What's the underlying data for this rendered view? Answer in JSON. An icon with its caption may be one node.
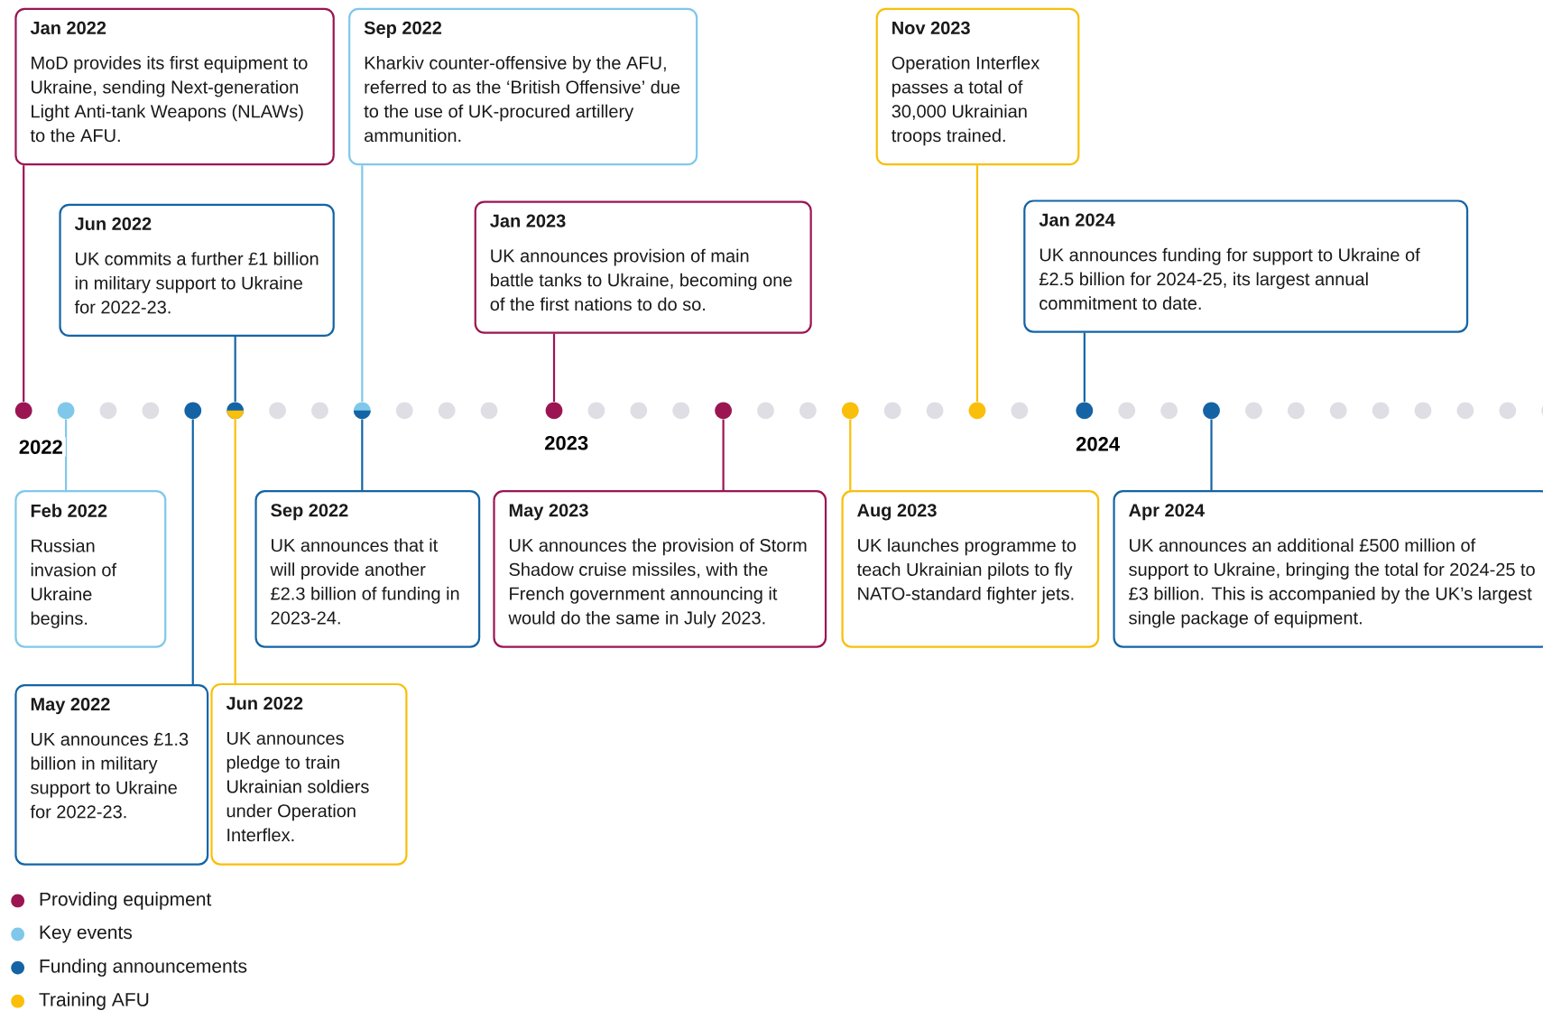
{
  "diagram": {
    "nodes": [
      {
        "text": [
          "Jan 2022",
          "MoD provides its first equipment to Ukraine, sending Next-generation Light Anti-tank Weapons (NLAWs) to the AFU."
        ]
      },
      {
        "text": [
          "Sep 2022",
          "Kharkiv counter-offensive by the AFU, referred to as the ‘British Offensive’ due to the use of UK-procured artillery ammunition."
        ]
      },
      {
        "text": [
          "Nov 2023",
          "Operation Interflex passes a total of 30,000 Ukrainian troops trained."
        ]
      },
      {
        "text": [
          "Jun 2022",
          "UK commits a further £1 billion in military support to Ukraine for 2022-23."
        ]
      },
      {
        "text": [
          "Jan 2023",
          "UK announces provision of main battle tanks to Ukraine, becoming one of the first nations to do so."
        ]
      },
      {
        "text": [
          "Jan 2024",
          "UK announces funding for support to Ukraine of £2.5 billion for 2024-25, its largest annual commitment to date."
        ]
      },
      {
        "text": [
          "Feb 2022",
          "Russian invasion of Ukraine begins."
        ]
      },
      {
        "text": [
          "Sep 2022",
          "UK announces that it will provide another £2.3 billion of funding in 2023-24."
        ]
      },
      {
        "text": [
          "May 2023",
          "UK announces the provision of Storm Shadow cruise missiles, with the French government announcing it would do the same in July 2023."
        ]
      },
      {
        "text": [
          "Aug 2023",
          "UK launches programme to teach Ukrainian pilots to fly NATO-standard fighter jets."
        ]
      },
      {
        "text": [
          "Apr 2024",
          "UK announces an additional £500 million of support to Ukraine, bringing the total for 2024-25 to £3 billion. This is accompanied by the UK’s largest single package of equipment."
        ]
      },
      {
        "text": [
          "May 2022",
          "UK announces £1.3 billion in military support to Ukraine for 2022-23."
        ]
      },
      {
        "text": [
          "Jun 2022",
          "UK announces pledge to train Ukrainian soldiers under Operation Interflex."
        ]
      },
      {
        "text": [],
        "shape": "circle"
      },
      {
        "text": [],
        "shape": "circle"
      },
      {
        "text": [],
        "shape": "circle"
      },
      {
        "text": [],
        "shape": "circle"
      },
      {
        "text": [],
        "shape": "circle"
      },
      {
        "text": [],
        "shape": "circle"
      },
      {
        "text": [],
        "shape": "circle"
      },
      {
        "text": [],
        "shape": "circle"
      },
      {
        "text": [],
        "shape": "circle"
      },
      {
        "text": [],
        "shape": "circle"
      },
      {
        "text": [],
        "shape": "circle"
      }
    ],
    "edges": [
      {
        "from": 0,
        "to": 13,
        "arrow": "none",
        "color": "#9b1553"
      },
      {
        "from": 6,
        "to": 14,
        "arrow": "none",
        "color": "#80c8ea"
      },
      {
        "from": 11,
        "to": 15,
        "arrow": "none"
      },
      {
        "from": 3,
        "to": 16,
        "arrow": "none"
      },
      {
        "from": 12,
        "to": 16,
        "arrow": "none",
        "color": "#f9bf0a"
      },
      {
        "from": 1,
        "to": 17,
        "arrow": "none",
        "color": "#80c8ea"
      },
      {
        "from": 7,
        "to": 17,
        "arrow": "none"
      },
      {
        "from": 4,
        "to": 18,
        "arrow": "none",
        "color": "#9b1553"
      },
      {
        "from": 8,
        "to": 19,
        "arrow": "none",
        "color": "#9b1553"
      },
      {
        "from": 9,
        "to": 20,
        "arrow": "none",
        "color": "#f9bf0a"
      },
      {
        "from": 2,
        "to": 21,
        "arrow": "none",
        "color": "#f9bf0a"
      },
      {
        "from": 5,
        "to": 22,
        "arrow": "none"
      },
      {
        "from": 10,
        "to": 23,
        "arrow": "none"
      }
    ],
    "labels": [
      "2022",
      "2023",
      "2024"
    ],
    "legend": [
      {
        "text": "Providing equipment",
        "color": "#9b1553"
      },
      {
        "text": "Key events",
        "color": "#80c8ea"
      },
      {
        "text": "Funding announcements",
        "color": "#1464a5"
      },
      {
        "text": "Training AFU",
        "color": "#f9bf0a"
      }
    ]
  }
}
